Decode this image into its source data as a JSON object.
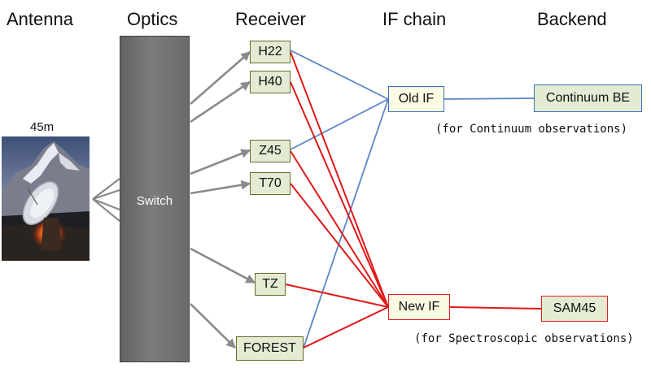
{
  "columns": {
    "antenna": "Antenna",
    "optics": "Optics",
    "receiver": "Receiver",
    "if_chain": "IF chain",
    "backend": "Backend"
  },
  "antenna": {
    "label": "45m"
  },
  "optics": {
    "switch_label": "Switch"
  },
  "receivers": [
    "H22",
    "H40",
    "Z45",
    "T70",
    "TZ",
    "FOREST"
  ],
  "if_units": {
    "old": "Old IF",
    "new": "New IF"
  },
  "backends": {
    "continuum": "Continuum BE",
    "sam45": "SAM45"
  },
  "notes": {
    "continuum": "(for Continuum observations)",
    "spectroscopic": "(for Spectroscopic observations)"
  },
  "colors": {
    "old_if_link": "#5b86c8",
    "new_if_link": "#e01818",
    "optics_link": "#8a8a8a",
    "old_if_border": "#3a6fb5",
    "new_if_border": "#e02020",
    "backend_border_continuum": "#3a6fb5",
    "backend_border_sam45": "#e02020"
  },
  "icons": {
    "optics_arrow": "gray-arrow-icon"
  }
}
